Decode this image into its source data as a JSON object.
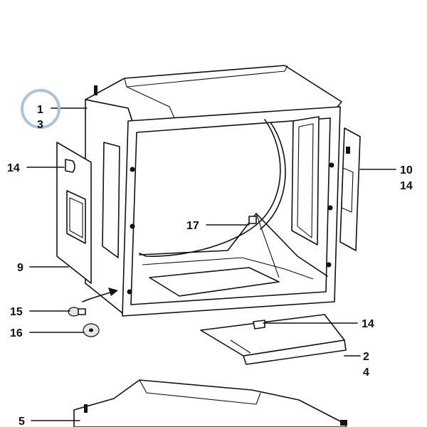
{
  "colors": {
    "ink": "#111111",
    "highlight_ring": "#a9c4de",
    "background": "#ffffff"
  },
  "callouts": {
    "c1": "1",
    "c3": "3",
    "c14_left": "14",
    "c9": "9",
    "c15": "15",
    "c16": "16",
    "c17": "17",
    "c10": "10",
    "c14_right": "14",
    "c14_plate": "14",
    "c2": "2",
    "c4": "4",
    "c5": "5"
  },
  "highlight": {
    "target_callout": "1",
    "style": "ring"
  }
}
